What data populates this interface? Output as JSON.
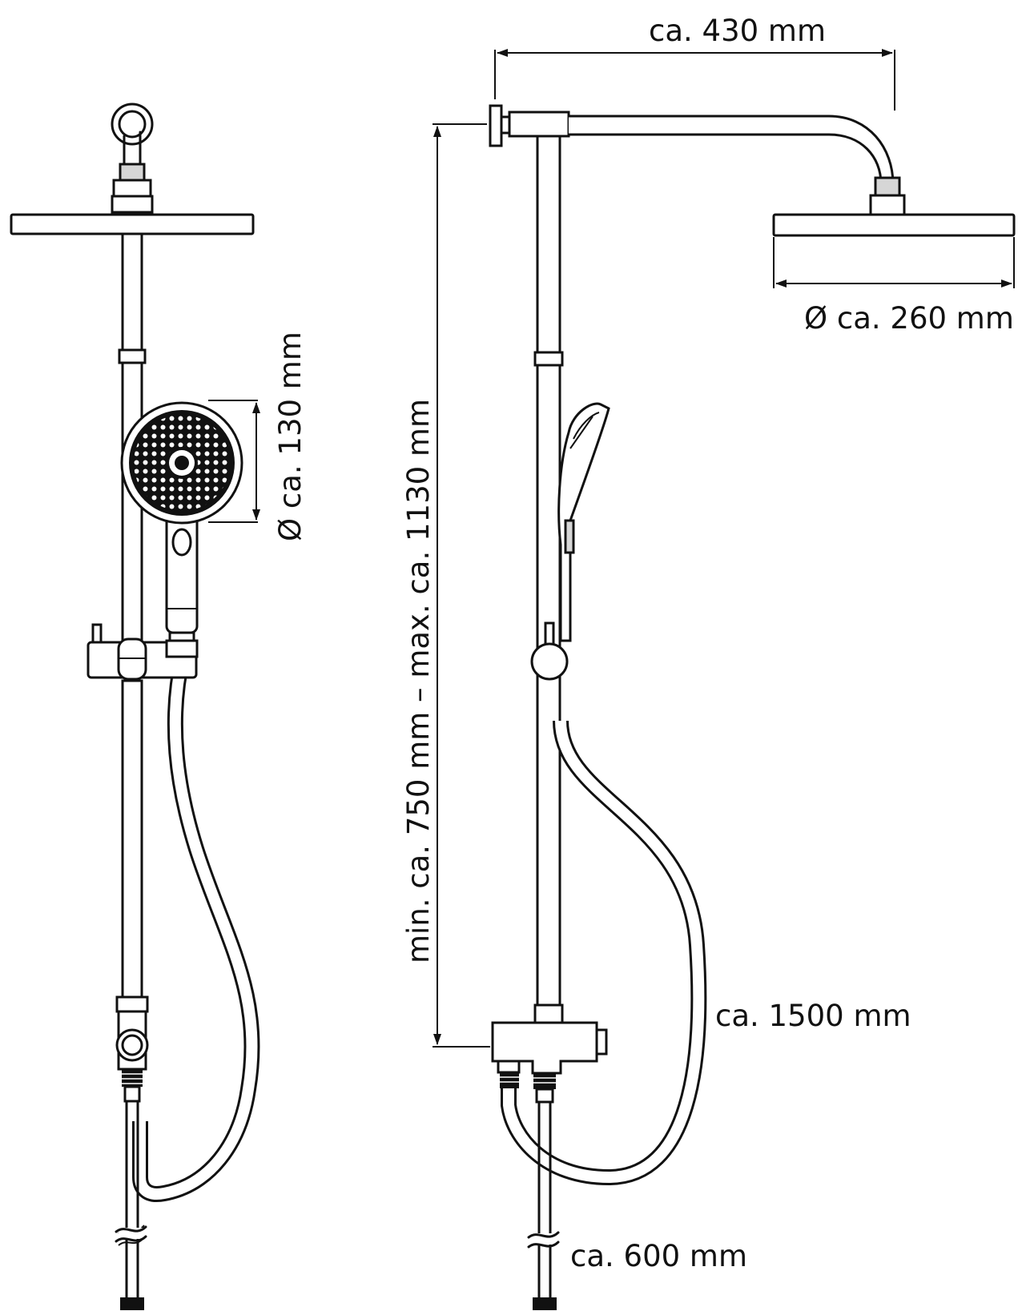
{
  "dimensions": {
    "arm_length": "ca. 430 mm",
    "overhead_diameter": "Ø ca. 260 mm",
    "hand_shower_diameter": "Ø ca. 130 mm",
    "height_range": "min. ca. 750 mm – max. ca. 1130 mm",
    "hose_length": "ca. 1500 mm",
    "connection_hose_length": "ca. 600 mm"
  },
  "colors": {
    "line": "#111111",
    "background": "#ffffff"
  }
}
